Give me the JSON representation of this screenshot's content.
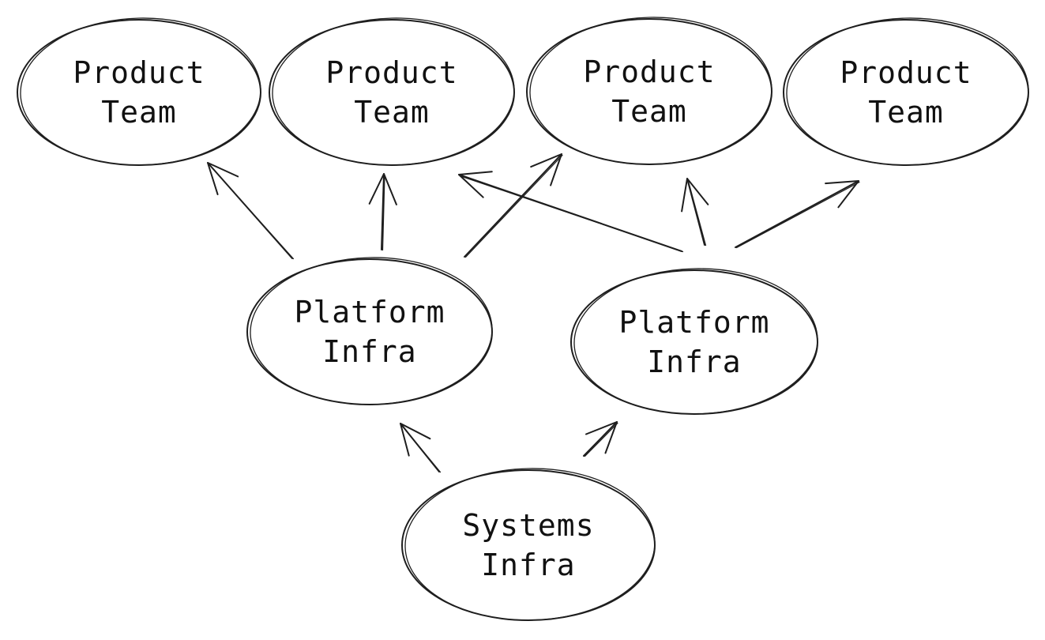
{
  "nodes": [
    {
      "id": "product-team-1",
      "lines": [
        "Product",
        "Team"
      ]
    },
    {
      "id": "product-team-2",
      "lines": [
        "Product",
        "Team"
      ]
    },
    {
      "id": "product-team-3",
      "lines": [
        "Product",
        "Team"
      ]
    },
    {
      "id": "product-team-4",
      "lines": [
        "Product",
        "Team"
      ]
    },
    {
      "id": "platform-infra-1",
      "lines": [
        "Platform",
        "Infra"
      ]
    },
    {
      "id": "platform-infra-2",
      "lines": [
        "Platform",
        "Infra"
      ]
    },
    {
      "id": "systems-infra",
      "lines": [
        "Systems",
        "Infra"
      ]
    }
  ],
  "edges": [
    {
      "from": "platform-infra-1",
      "to": "product-team-1"
    },
    {
      "from": "platform-infra-1",
      "to": "product-team-2"
    },
    {
      "from": "platform-infra-1",
      "to": "product-team-3"
    },
    {
      "from": "platform-infra-2",
      "to": "product-team-2"
    },
    {
      "from": "platform-infra-2",
      "to": "product-team-3"
    },
    {
      "from": "platform-infra-2",
      "to": "product-team-4"
    },
    {
      "from": "systems-infra",
      "to": "platform-infra-1"
    },
    {
      "from": "systems-infra",
      "to": "platform-infra-2"
    }
  ],
  "style": {
    "stroke_color": "#1e1e1e",
    "background": "#ffffff"
  }
}
